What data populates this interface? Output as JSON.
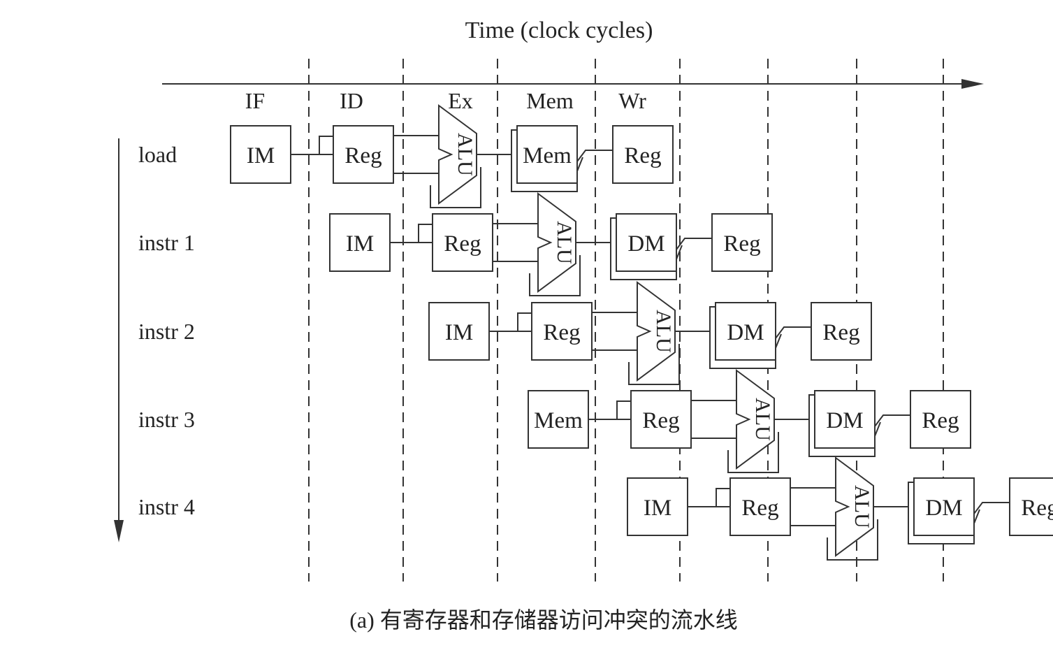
{
  "title": "Time (clock cycles)",
  "stages": [
    "IF",
    "ID",
    "Ex",
    "Mem",
    "Wr"
  ],
  "instructions": [
    {
      "label": "load",
      "cells": [
        {
          "label": "IM",
          "kind": "box"
        },
        {
          "label": "Reg",
          "kind": "box"
        },
        {
          "label": "ALU",
          "kind": "alu"
        },
        {
          "label": "Mem",
          "kind": "box",
          "fill": "#d2d2d2",
          "doubled": true
        },
        {
          "label": "Reg",
          "kind": "box",
          "fill": "#6e6e6e"
        }
      ]
    },
    {
      "label": "instr 1",
      "cells": [
        {
          "label": "IM",
          "kind": "box"
        },
        {
          "label": "Reg",
          "kind": "box"
        },
        {
          "label": "ALU",
          "kind": "alu"
        },
        {
          "label": "DM",
          "kind": "box",
          "doubled": true
        },
        {
          "label": "Reg",
          "kind": "box"
        }
      ]
    },
    {
      "label": "instr 2",
      "cells": [
        {
          "label": "IM",
          "kind": "box"
        },
        {
          "label": "Reg",
          "kind": "box"
        },
        {
          "label": "ALU",
          "kind": "alu"
        },
        {
          "label": "DM",
          "kind": "box",
          "doubled": true
        },
        {
          "label": "Reg",
          "kind": "box"
        }
      ]
    },
    {
      "label": "instr 3",
      "cells": [
        {
          "label": "Mem",
          "kind": "box",
          "fill": "#d2d2d2"
        },
        {
          "label": "Reg",
          "kind": "box",
          "fill": "#6e6e6e"
        },
        {
          "label": "ALU",
          "kind": "alu"
        },
        {
          "label": "DM",
          "kind": "box",
          "doubled": true
        },
        {
          "label": "Reg",
          "kind": "box"
        }
      ]
    },
    {
      "label": "instr 4",
      "cells": [
        {
          "label": "IM",
          "kind": "box"
        },
        {
          "label": "Reg",
          "kind": "box"
        },
        {
          "label": "ALU",
          "kind": "alu"
        },
        {
          "label": "DM",
          "kind": "box",
          "doubled": true
        },
        {
          "label": "Reg",
          "kind": "box"
        }
      ]
    }
  ],
  "caption": "(a) 有寄存器和存储器访问冲突的流水线",
  "colors": {
    "line": "#333333",
    "mem_conflict": "#d2d2d2",
    "reg_conflict": "#6e6e6e"
  }
}
